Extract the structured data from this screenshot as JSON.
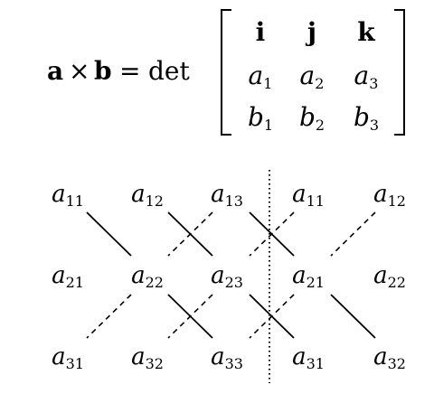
{
  "formula": {
    "lhs_a": "a",
    "times": "×",
    "lhs_b": "b",
    "equals": "=",
    "det": "det",
    "matrix": [
      [
        {
          "t": "i",
          "bold": true
        },
        {
          "t": "j",
          "bold": true
        },
        {
          "t": "k",
          "bold": true
        }
      ],
      [
        {
          "t": "a",
          "s": "1"
        },
        {
          "t": "a",
          "s": "2"
        },
        {
          "t": "a",
          "s": "3"
        }
      ],
      [
        {
          "t": "b",
          "s": "1"
        },
        {
          "t": "b",
          "s": "2"
        },
        {
          "t": "b",
          "s": "3"
        }
      ]
    ]
  },
  "grid": [
    [
      {
        "t": "a",
        "s": "11"
      },
      {
        "t": "a",
        "s": "12"
      },
      {
        "t": "a",
        "s": "13"
      },
      {
        "t": "a",
        "s": "11"
      },
      {
        "t": "a",
        "s": "12"
      }
    ],
    [
      {
        "t": "a",
        "s": "21"
      },
      {
        "t": "a",
        "s": "22"
      },
      {
        "t": "a",
        "s": "23"
      },
      {
        "t": "a",
        "s": "21"
      },
      {
        "t": "a",
        "s": "22"
      }
    ],
    [
      {
        "t": "a",
        "s": "31"
      },
      {
        "t": "a",
        "s": "32"
      },
      {
        "t": "a",
        "s": "33"
      },
      {
        "t": "a",
        "s": "31"
      },
      {
        "t": "a",
        "s": "32"
      }
    ]
  ]
}
